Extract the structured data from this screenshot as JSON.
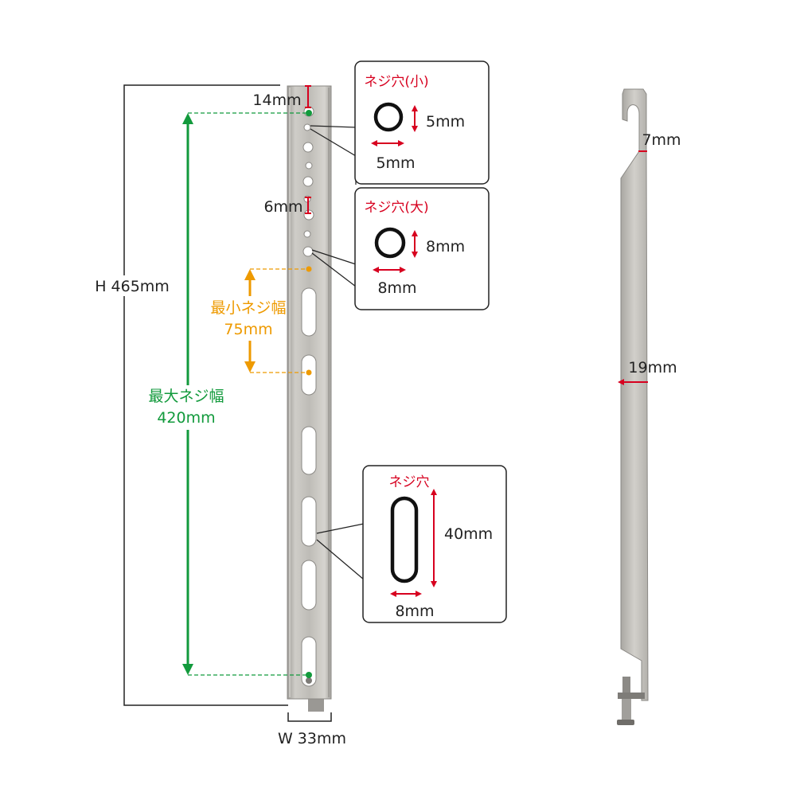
{
  "dims": {
    "top_offset": "14mm",
    "hole_spacing": "6mm",
    "height": "H 465mm",
    "width": "W 33mm",
    "side_thickness": "7mm",
    "side_depth": "19mm"
  },
  "min_pitch": {
    "line1": "最小ネジ幅",
    "line2": "75mm"
  },
  "max_pitch": {
    "line1": "最大ネジ幅",
    "line2": "420mm"
  },
  "callouts": {
    "small_hole": {
      "title": "ネジ穴(小)",
      "height": "5mm",
      "width": "5mm"
    },
    "large_hole": {
      "title": "ネジ穴(大)",
      "height": "8mm",
      "width": "8mm"
    },
    "slot": {
      "title": "ネジ穴",
      "height": "40mm",
      "width": "8mm"
    }
  },
  "colors": {
    "red": "#d7001f",
    "orange": "#ee9a00",
    "green": "#129a3c",
    "metal": "#b9b7b1"
  }
}
